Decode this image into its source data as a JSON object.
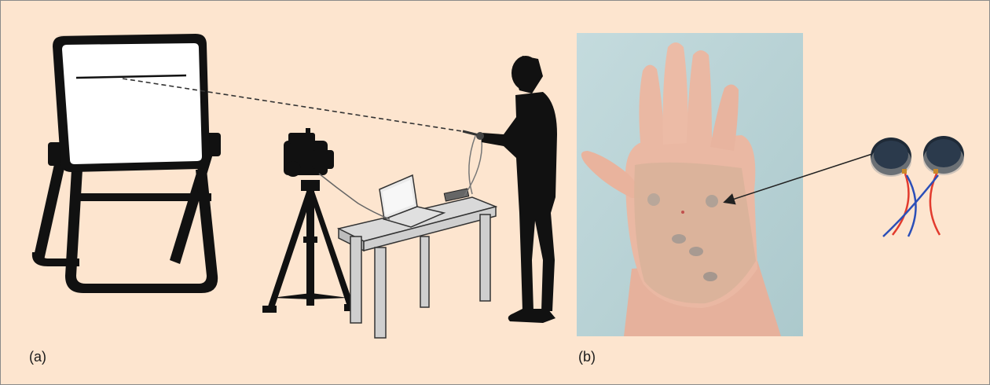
{
  "panels": {
    "a": {
      "label": "(a)"
    },
    "b": {
      "label": "(b)"
    }
  },
  "colors": {
    "background": "#fde5cf",
    "silhouette": "#111111",
    "board_fill": "#ffffff",
    "table_fill": "#d9d9d9",
    "photo_bg": "#b9d3d6",
    "skin": "#e9b7a2",
    "tape": "#d9b29a",
    "wire_red": "#e23b2e",
    "wire_blue": "#2b4fb8"
  },
  "icons": {
    "board": "whiteboard-icon",
    "camera": "video-camera-icon",
    "tripod": "tripod-icon",
    "table": "table-icon",
    "laptop": "laptop-icon",
    "person": "person-silhouette-icon",
    "pointer": "laser-pointer-icon",
    "hand": "hand-photo",
    "motor": "vibration-motor-icon"
  }
}
